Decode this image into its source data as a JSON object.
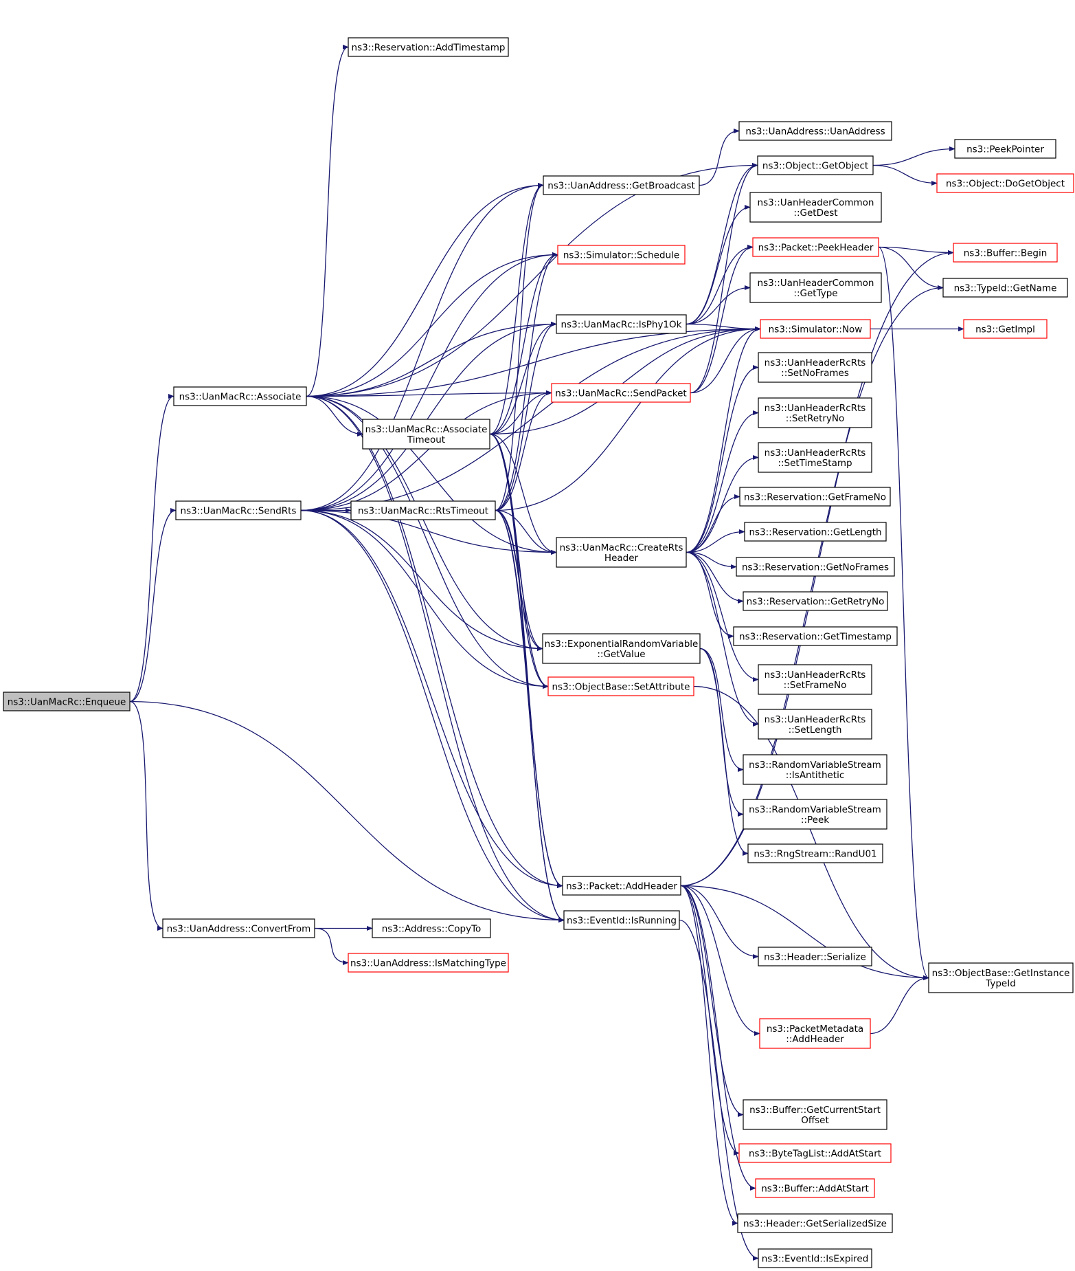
{
  "colors": {
    "edge": "#191970",
    "node_border": "#000000",
    "node_border_truncated": "#ff0000",
    "root_fill": "#bfbfbf"
  },
  "nodes": [
    {
      "id": "enqueue",
      "lines": [
        "ns3::UanMacRc::Enqueue"
      ],
      "style": "root"
    },
    {
      "id": "associate",
      "lines": [
        "ns3::UanMacRc::Associate"
      ],
      "style": "normal"
    },
    {
      "id": "sendrts",
      "lines": [
        "ns3::UanMacRc::SendRts"
      ],
      "style": "normal"
    },
    {
      "id": "convertfrom",
      "lines": [
        "ns3::UanAddress::ConvertFrom"
      ],
      "style": "normal"
    },
    {
      "id": "addtimestamp",
      "lines": [
        "ns3::Reservation::AddTimestamp"
      ],
      "style": "normal"
    },
    {
      "id": "assoctimeout",
      "lines": [
        "ns3::UanMacRc::Associate",
        "Timeout"
      ],
      "style": "normal"
    },
    {
      "id": "rtstimeout",
      "lines": [
        "ns3::UanMacRc::RtsTimeout"
      ],
      "style": "normal"
    },
    {
      "id": "copyto",
      "lines": [
        "ns3::Address::CopyTo"
      ],
      "style": "normal"
    },
    {
      "id": "ismatching",
      "lines": [
        "ns3::UanAddress::IsMatchingType"
      ],
      "style": "red"
    },
    {
      "id": "getbroadcast",
      "lines": [
        "ns3::UanAddress::GetBroadcast"
      ],
      "style": "normal"
    },
    {
      "id": "schedule",
      "lines": [
        "ns3::Simulator::Schedule"
      ],
      "style": "red"
    },
    {
      "id": "isphy1ok",
      "lines": [
        "ns3::UanMacRc::IsPhy1Ok"
      ],
      "style": "normal"
    },
    {
      "id": "sendpacket",
      "lines": [
        "ns3::UanMacRc::SendPacket"
      ],
      "style": "red"
    },
    {
      "id": "creatertsheader",
      "lines": [
        "ns3::UanMacRc::CreateRts",
        "Header"
      ],
      "style": "normal"
    },
    {
      "id": "getvalue",
      "lines": [
        "ns3::ExponentialRandomVariable",
        "::GetValue"
      ],
      "style": "normal"
    },
    {
      "id": "setattribute",
      "lines": [
        "ns3::ObjectBase::SetAttribute"
      ],
      "style": "red"
    },
    {
      "id": "addheader",
      "lines": [
        "ns3::Packet::AddHeader"
      ],
      "style": "normal"
    },
    {
      "id": "isrunning",
      "lines": [
        "ns3::EventId::IsRunning"
      ],
      "style": "normal"
    },
    {
      "id": "uanaddress",
      "lines": [
        "ns3::UanAddress::UanAddress"
      ],
      "style": "normal"
    },
    {
      "id": "getobject",
      "lines": [
        "ns3::Object::GetObject"
      ],
      "style": "normal"
    },
    {
      "id": "getdest",
      "lines": [
        "ns3::UanHeaderCommon",
        "::GetDest"
      ],
      "style": "normal"
    },
    {
      "id": "peekheader",
      "lines": [
        "ns3::Packet::PeekHeader"
      ],
      "style": "red"
    },
    {
      "id": "gettype",
      "lines": [
        "ns3::UanHeaderCommon",
        "::GetType"
      ],
      "style": "normal"
    },
    {
      "id": "now",
      "lines": [
        "ns3::Simulator::Now"
      ],
      "style": "red"
    },
    {
      "id": "setnoframes",
      "lines": [
        "ns3::UanHeaderRcRts",
        "::SetNoFrames"
      ],
      "style": "normal"
    },
    {
      "id": "setretryno",
      "lines": [
        "ns3::UanHeaderRcRts",
        "::SetRetryNo"
      ],
      "style": "normal"
    },
    {
      "id": "settimestamp",
      "lines": [
        "ns3::UanHeaderRcRts",
        "::SetTimeStamp"
      ],
      "style": "normal"
    },
    {
      "id": "getframeno",
      "lines": [
        "ns3::Reservation::GetFrameNo"
      ],
      "style": "normal"
    },
    {
      "id": "getlength",
      "lines": [
        "ns3::Reservation::GetLength"
      ],
      "style": "normal"
    },
    {
      "id": "getnoframes",
      "lines": [
        "ns3::Reservation::GetNoFrames"
      ],
      "style": "normal"
    },
    {
      "id": "getretryno",
      "lines": [
        "ns3::Reservation::GetRetryNo"
      ],
      "style": "normal"
    },
    {
      "id": "gettimestamp",
      "lines": [
        "ns3::Reservation::GetTimestamp"
      ],
      "style": "normal"
    },
    {
      "id": "setframeno",
      "lines": [
        "ns3::UanHeaderRcRts",
        "::SetFrameNo"
      ],
      "style": "normal"
    },
    {
      "id": "setlength",
      "lines": [
        "ns3::UanHeaderRcRts",
        "::SetLength"
      ],
      "style": "normal"
    },
    {
      "id": "isantithetic",
      "lines": [
        "ns3::RandomVariableStream",
        "::IsAntithetic"
      ],
      "style": "normal"
    },
    {
      "id": "peek",
      "lines": [
        "ns3::RandomVariableStream",
        "::Peek"
      ],
      "style": "normal"
    },
    {
      "id": "randu01",
      "lines": [
        "ns3::RngStream::RandU01"
      ],
      "style": "normal"
    },
    {
      "id": "serialize",
      "lines": [
        "ns3::Header::Serialize"
      ],
      "style": "normal"
    },
    {
      "id": "pmaddheader",
      "lines": [
        "ns3::PacketMetadata",
        "::AddHeader"
      ],
      "style": "red"
    },
    {
      "id": "getcurrentstart",
      "lines": [
        "ns3::Buffer::GetCurrentStart",
        "Offset"
      ],
      "style": "normal"
    },
    {
      "id": "bytetagaddatstart",
      "lines": [
        "ns3::ByteTagList::AddAtStart"
      ],
      "style": "red"
    },
    {
      "id": "bufaddatstart",
      "lines": [
        "ns3::Buffer::AddAtStart"
      ],
      "style": "red"
    },
    {
      "id": "getserializedsize",
      "lines": [
        "ns3::Header::GetSerializedSize"
      ],
      "style": "normal"
    },
    {
      "id": "isexpired",
      "lines": [
        "ns3::EventId::IsExpired"
      ],
      "style": "normal"
    },
    {
      "id": "peekpointer",
      "lines": [
        "ns3::PeekPointer"
      ],
      "style": "normal"
    },
    {
      "id": "dogetobject",
      "lines": [
        "ns3::Object::DoGetObject"
      ],
      "style": "red"
    },
    {
      "id": "bufbegin",
      "lines": [
        "ns3::Buffer::Begin"
      ],
      "style": "red"
    },
    {
      "id": "typeidgetname",
      "lines": [
        "ns3::TypeId::GetName"
      ],
      "style": "normal"
    },
    {
      "id": "getimpl",
      "lines": [
        "ns3::GetImpl"
      ],
      "style": "red"
    },
    {
      "id": "getinstancetypeid",
      "lines": [
        "ns3::ObjectBase::GetInstance",
        "TypeId"
      ],
      "style": "normal"
    }
  ],
  "edges": [
    [
      "enqueue",
      "associate"
    ],
    [
      "enqueue",
      "sendrts"
    ],
    [
      "enqueue",
      "convertfrom"
    ],
    [
      "enqueue",
      "isrunning"
    ],
    [
      "associate",
      "addtimestamp"
    ],
    [
      "associate",
      "getobject"
    ],
    [
      "associate",
      "getbroadcast"
    ],
    [
      "associate",
      "schedule"
    ],
    [
      "associate",
      "isphy1ok"
    ],
    [
      "associate",
      "sendpacket"
    ],
    [
      "associate",
      "assoctimeout"
    ],
    [
      "associate",
      "creatertsheader"
    ],
    [
      "associate",
      "getvalue"
    ],
    [
      "associate",
      "setattribute"
    ],
    [
      "associate",
      "addheader"
    ],
    [
      "associate",
      "isrunning"
    ],
    [
      "associate",
      "now"
    ],
    [
      "sendrts",
      "getbroadcast"
    ],
    [
      "sendrts",
      "schedule"
    ],
    [
      "sendrts",
      "isphy1ok"
    ],
    [
      "sendrts",
      "sendpacket"
    ],
    [
      "sendrts",
      "rtstimeout"
    ],
    [
      "sendrts",
      "creatertsheader"
    ],
    [
      "sendrts",
      "getvalue"
    ],
    [
      "sendrts",
      "setattribute"
    ],
    [
      "sendrts",
      "addheader"
    ],
    [
      "sendrts",
      "isrunning"
    ],
    [
      "sendrts",
      "now"
    ],
    [
      "convertfrom",
      "copyto"
    ],
    [
      "convertfrom",
      "ismatching"
    ],
    [
      "assoctimeout",
      "getbroadcast"
    ],
    [
      "assoctimeout",
      "schedule"
    ],
    [
      "assoctimeout",
      "isphy1ok"
    ],
    [
      "assoctimeout",
      "sendpacket"
    ],
    [
      "assoctimeout",
      "creatertsheader"
    ],
    [
      "assoctimeout",
      "getvalue"
    ],
    [
      "assoctimeout",
      "setattribute"
    ],
    [
      "assoctimeout",
      "addheader"
    ],
    [
      "assoctimeout",
      "isrunning"
    ],
    [
      "assoctimeout",
      "now"
    ],
    [
      "rtstimeout",
      "getbroadcast"
    ],
    [
      "rtstimeout",
      "schedule"
    ],
    [
      "rtstimeout",
      "isphy1ok"
    ],
    [
      "rtstimeout",
      "sendpacket"
    ],
    [
      "rtstimeout",
      "creatertsheader"
    ],
    [
      "rtstimeout",
      "getvalue"
    ],
    [
      "rtstimeout",
      "setattribute"
    ],
    [
      "rtstimeout",
      "addheader"
    ],
    [
      "rtstimeout",
      "isrunning"
    ],
    [
      "rtstimeout",
      "now"
    ],
    [
      "getbroadcast",
      "uanaddress"
    ],
    [
      "isphy1ok",
      "getobject"
    ],
    [
      "isphy1ok",
      "getdest"
    ],
    [
      "isphy1ok",
      "peekheader"
    ],
    [
      "isphy1ok",
      "gettype"
    ],
    [
      "isphy1ok",
      "now"
    ],
    [
      "sendpacket",
      "getobject"
    ],
    [
      "sendpacket",
      "peekheader"
    ],
    [
      "sendpacket",
      "now"
    ],
    [
      "creatertsheader",
      "now"
    ],
    [
      "creatertsheader",
      "setnoframes"
    ],
    [
      "creatertsheader",
      "setretryno"
    ],
    [
      "creatertsheader",
      "settimestamp"
    ],
    [
      "creatertsheader",
      "getframeno"
    ],
    [
      "creatertsheader",
      "getlength"
    ],
    [
      "creatertsheader",
      "getnoframes"
    ],
    [
      "creatertsheader",
      "getretryno"
    ],
    [
      "creatertsheader",
      "gettimestamp"
    ],
    [
      "creatertsheader",
      "setframeno"
    ],
    [
      "creatertsheader",
      "setlength"
    ],
    [
      "getvalue",
      "isantithetic"
    ],
    [
      "getvalue",
      "peek"
    ],
    [
      "getvalue",
      "randu01"
    ],
    [
      "setattribute",
      "getinstancetypeid"
    ],
    [
      "addheader",
      "bufbegin"
    ],
    [
      "addheader",
      "serialize"
    ],
    [
      "addheader",
      "pmaddheader"
    ],
    [
      "addheader",
      "getcurrentstart"
    ],
    [
      "addheader",
      "bytetagaddatstart"
    ],
    [
      "addheader",
      "bufaddatstart"
    ],
    [
      "addheader",
      "getserializedsize"
    ],
    [
      "addheader",
      "typeidgetname"
    ],
    [
      "addheader",
      "getinstancetypeid"
    ],
    [
      "isrunning",
      "isexpired"
    ],
    [
      "getobject",
      "peekpointer"
    ],
    [
      "getobject",
      "dogetobject"
    ],
    [
      "peekheader",
      "bufbegin"
    ],
    [
      "peekheader",
      "typeidgetname"
    ],
    [
      "peekheader",
      "getinstancetypeid"
    ],
    [
      "now",
      "getimpl"
    ],
    [
      "pmaddheader",
      "getinstancetypeid"
    ]
  ]
}
